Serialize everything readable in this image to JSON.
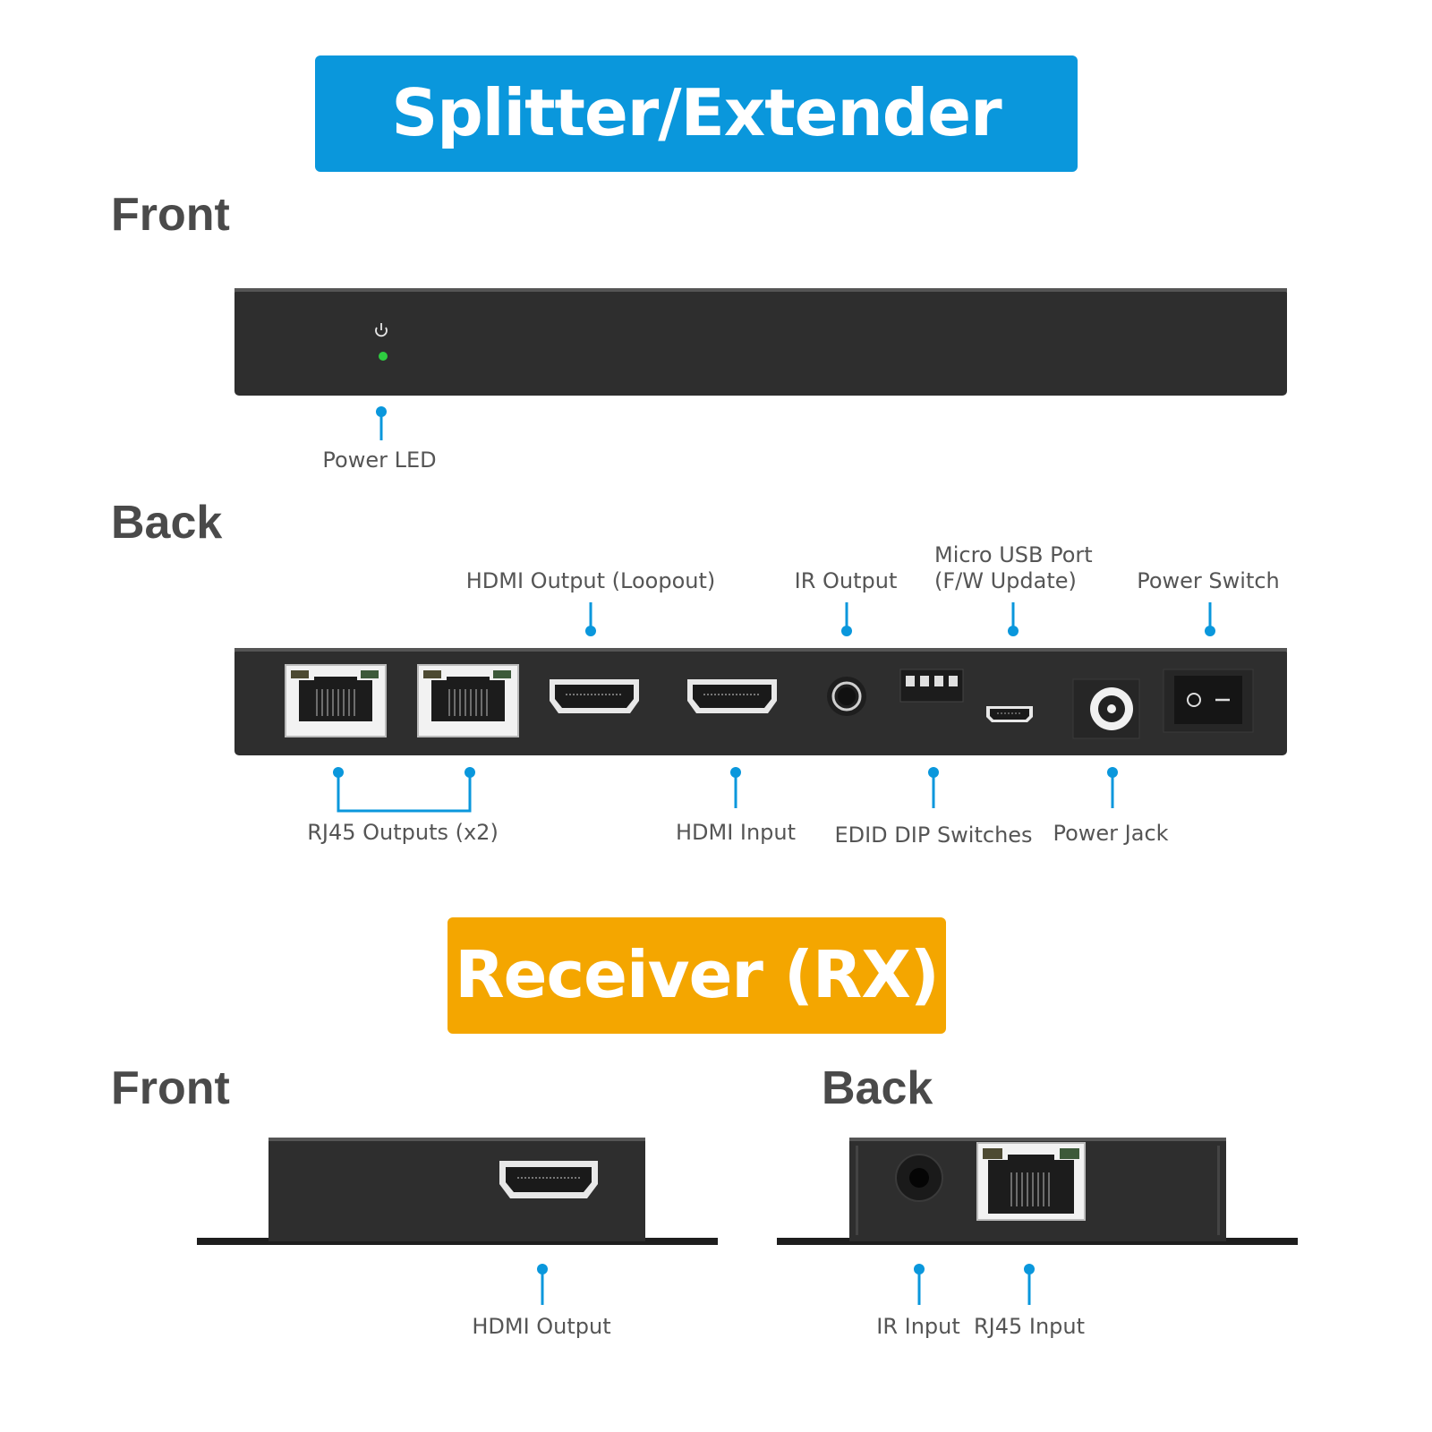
{
  "colors": {
    "tx_banner": "#0a97dc",
    "rx_banner": "#f4a600",
    "callout": "#0a97dc",
    "device_body": "#2e2e2e",
    "led": "#2ecc40"
  },
  "tx": {
    "title": "Splitter/Extender (TX)",
    "front_heading": "Front",
    "back_heading": "Back",
    "front_labels": {
      "power_led": "Power LED"
    },
    "back_labels": {
      "hdmi_loopout": "HDMI Output (Loopout)",
      "ir_output": "IR Output",
      "micro_usb_line1": "Micro USB Port",
      "micro_usb_line2": "(F/W Update)",
      "power_switch": "Power Switch",
      "rj45_outputs": "RJ45 Outputs (x2)",
      "hdmi_input": "HDMI Input",
      "edid_dip": "EDID DIP Switches",
      "power_jack": "Power Jack"
    }
  },
  "rx": {
    "title": "Receiver (RX)",
    "front_heading": "Front",
    "back_heading": "Back",
    "labels": {
      "hdmi_output": "HDMI Output",
      "ir_input": "IR Input",
      "rj45_input": "RJ45 Input"
    }
  }
}
